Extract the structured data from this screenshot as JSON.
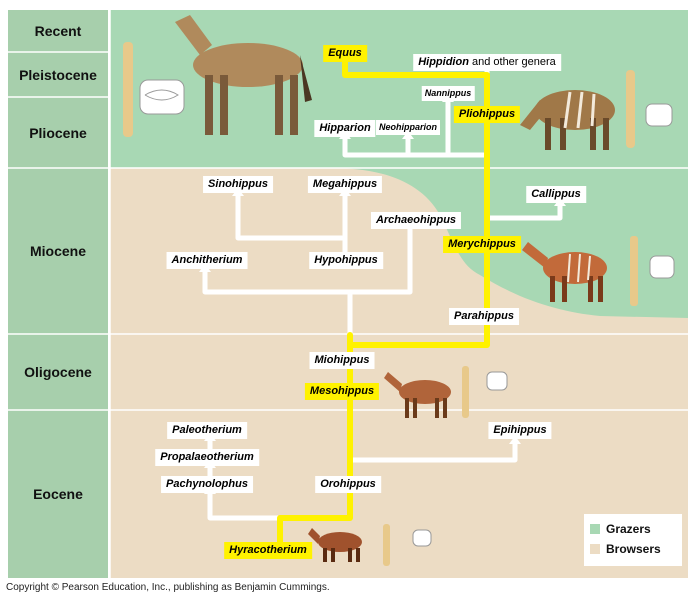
{
  "colors": {
    "grazers": "#a8d8b4",
    "browsers": "#ecdcc4",
    "epoch_column": "#a7cfac",
    "lineage": "#fff200",
    "branch": "#ffffff"
  },
  "epochs": [
    {
      "id": "recent",
      "label": "Recent"
    },
    {
      "id": "pleistocene",
      "label": "Pleistocene"
    },
    {
      "id": "pliocene",
      "label": "Pliocene"
    },
    {
      "id": "miocene",
      "label": "Miocene"
    },
    {
      "id": "oligocene",
      "label": "Oligocene"
    },
    {
      "id": "eocene",
      "label": "Eocene"
    }
  ],
  "genera": {
    "equus": "Equus",
    "hippidion": "Hippidion",
    "hippidion_suffix": " and other genera",
    "nannippus": "Nannippus",
    "pliohippus": "Pliohippus",
    "hipparion": "Hipparion",
    "neohipparion": "Neohipparion",
    "sinohippus": "Sinohippus",
    "megahippus": "Megahippus",
    "callippus": "Callippus",
    "archaeohippus": "Archaeohippus",
    "merychippus": "Merychippus",
    "anchitherium": "Anchitherium",
    "hypohippus": "Hypohippus",
    "parahippus": "Parahippus",
    "miohippus": "Miohippus",
    "mesohippus": "Mesohippus",
    "paleotherium": "Paleotherium",
    "epihippus": "Epihippus",
    "propalaeotherium": "Propalaeotherium",
    "pachynolophus": "Pachynolophus",
    "orohippus": "Orohippus",
    "hyracotherium": "Hyracotherium"
  },
  "legend": {
    "grazers": "Grazers",
    "browsers": "Browsers"
  },
  "copyright": "Copyright © Pearson Education, Inc., publishing as Benjamin Cummings."
}
